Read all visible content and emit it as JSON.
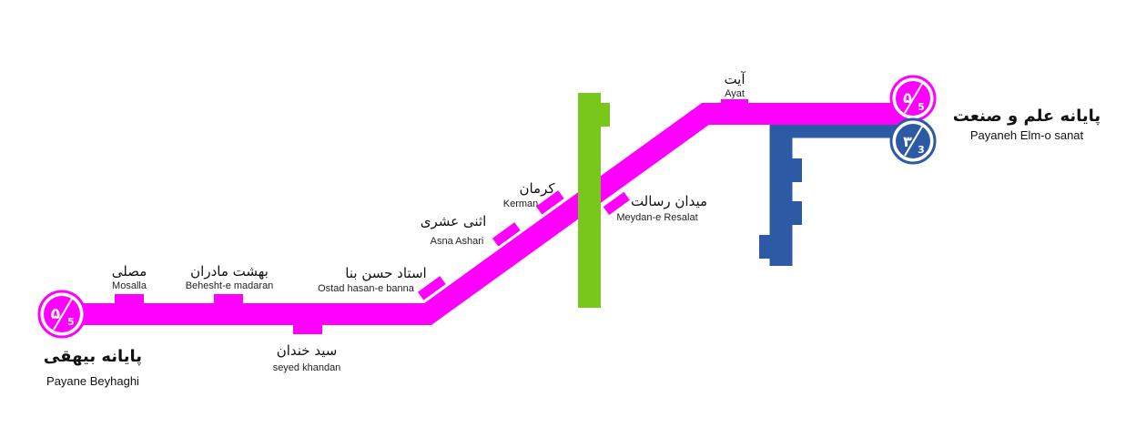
{
  "lines": [
    {
      "number": "5",
      "number_fa": "۵",
      "color": "#ff00ff"
    },
    {
      "number": "3",
      "number_fa": "۳",
      "color": "#2d5aa5"
    }
  ],
  "crossing_line_color": "#78c71c",
  "terminals": {
    "west": {
      "name_fa": "پایانه بیهقی",
      "name_en": "Payane Beyhaghi"
    },
    "east": {
      "name_fa": "پایانه علم و صنعت",
      "name_en": "Payaneh Elm-o sanat"
    }
  },
  "stations": [
    {
      "name_fa": "مصلی",
      "name_en": "Mosalla"
    },
    {
      "name_fa": "بهشت مادران",
      "name_en": "Behesht-e madaran"
    },
    {
      "name_fa": "سید خندان",
      "name_en": "seyed khandan"
    },
    {
      "name_fa": "استاد حسن بنا",
      "name_en": "Ostad hasan-e banna"
    },
    {
      "name_fa": "اثنی عشری",
      "name_en": "Asna Ashari"
    },
    {
      "name_fa": "کرمان",
      "name_en": "Kerman"
    },
    {
      "name_fa": "میدان رسالت",
      "name_en": "Meydan-e Resalat"
    },
    {
      "name_fa": "آیت",
      "name_en": "Ayat"
    }
  ]
}
